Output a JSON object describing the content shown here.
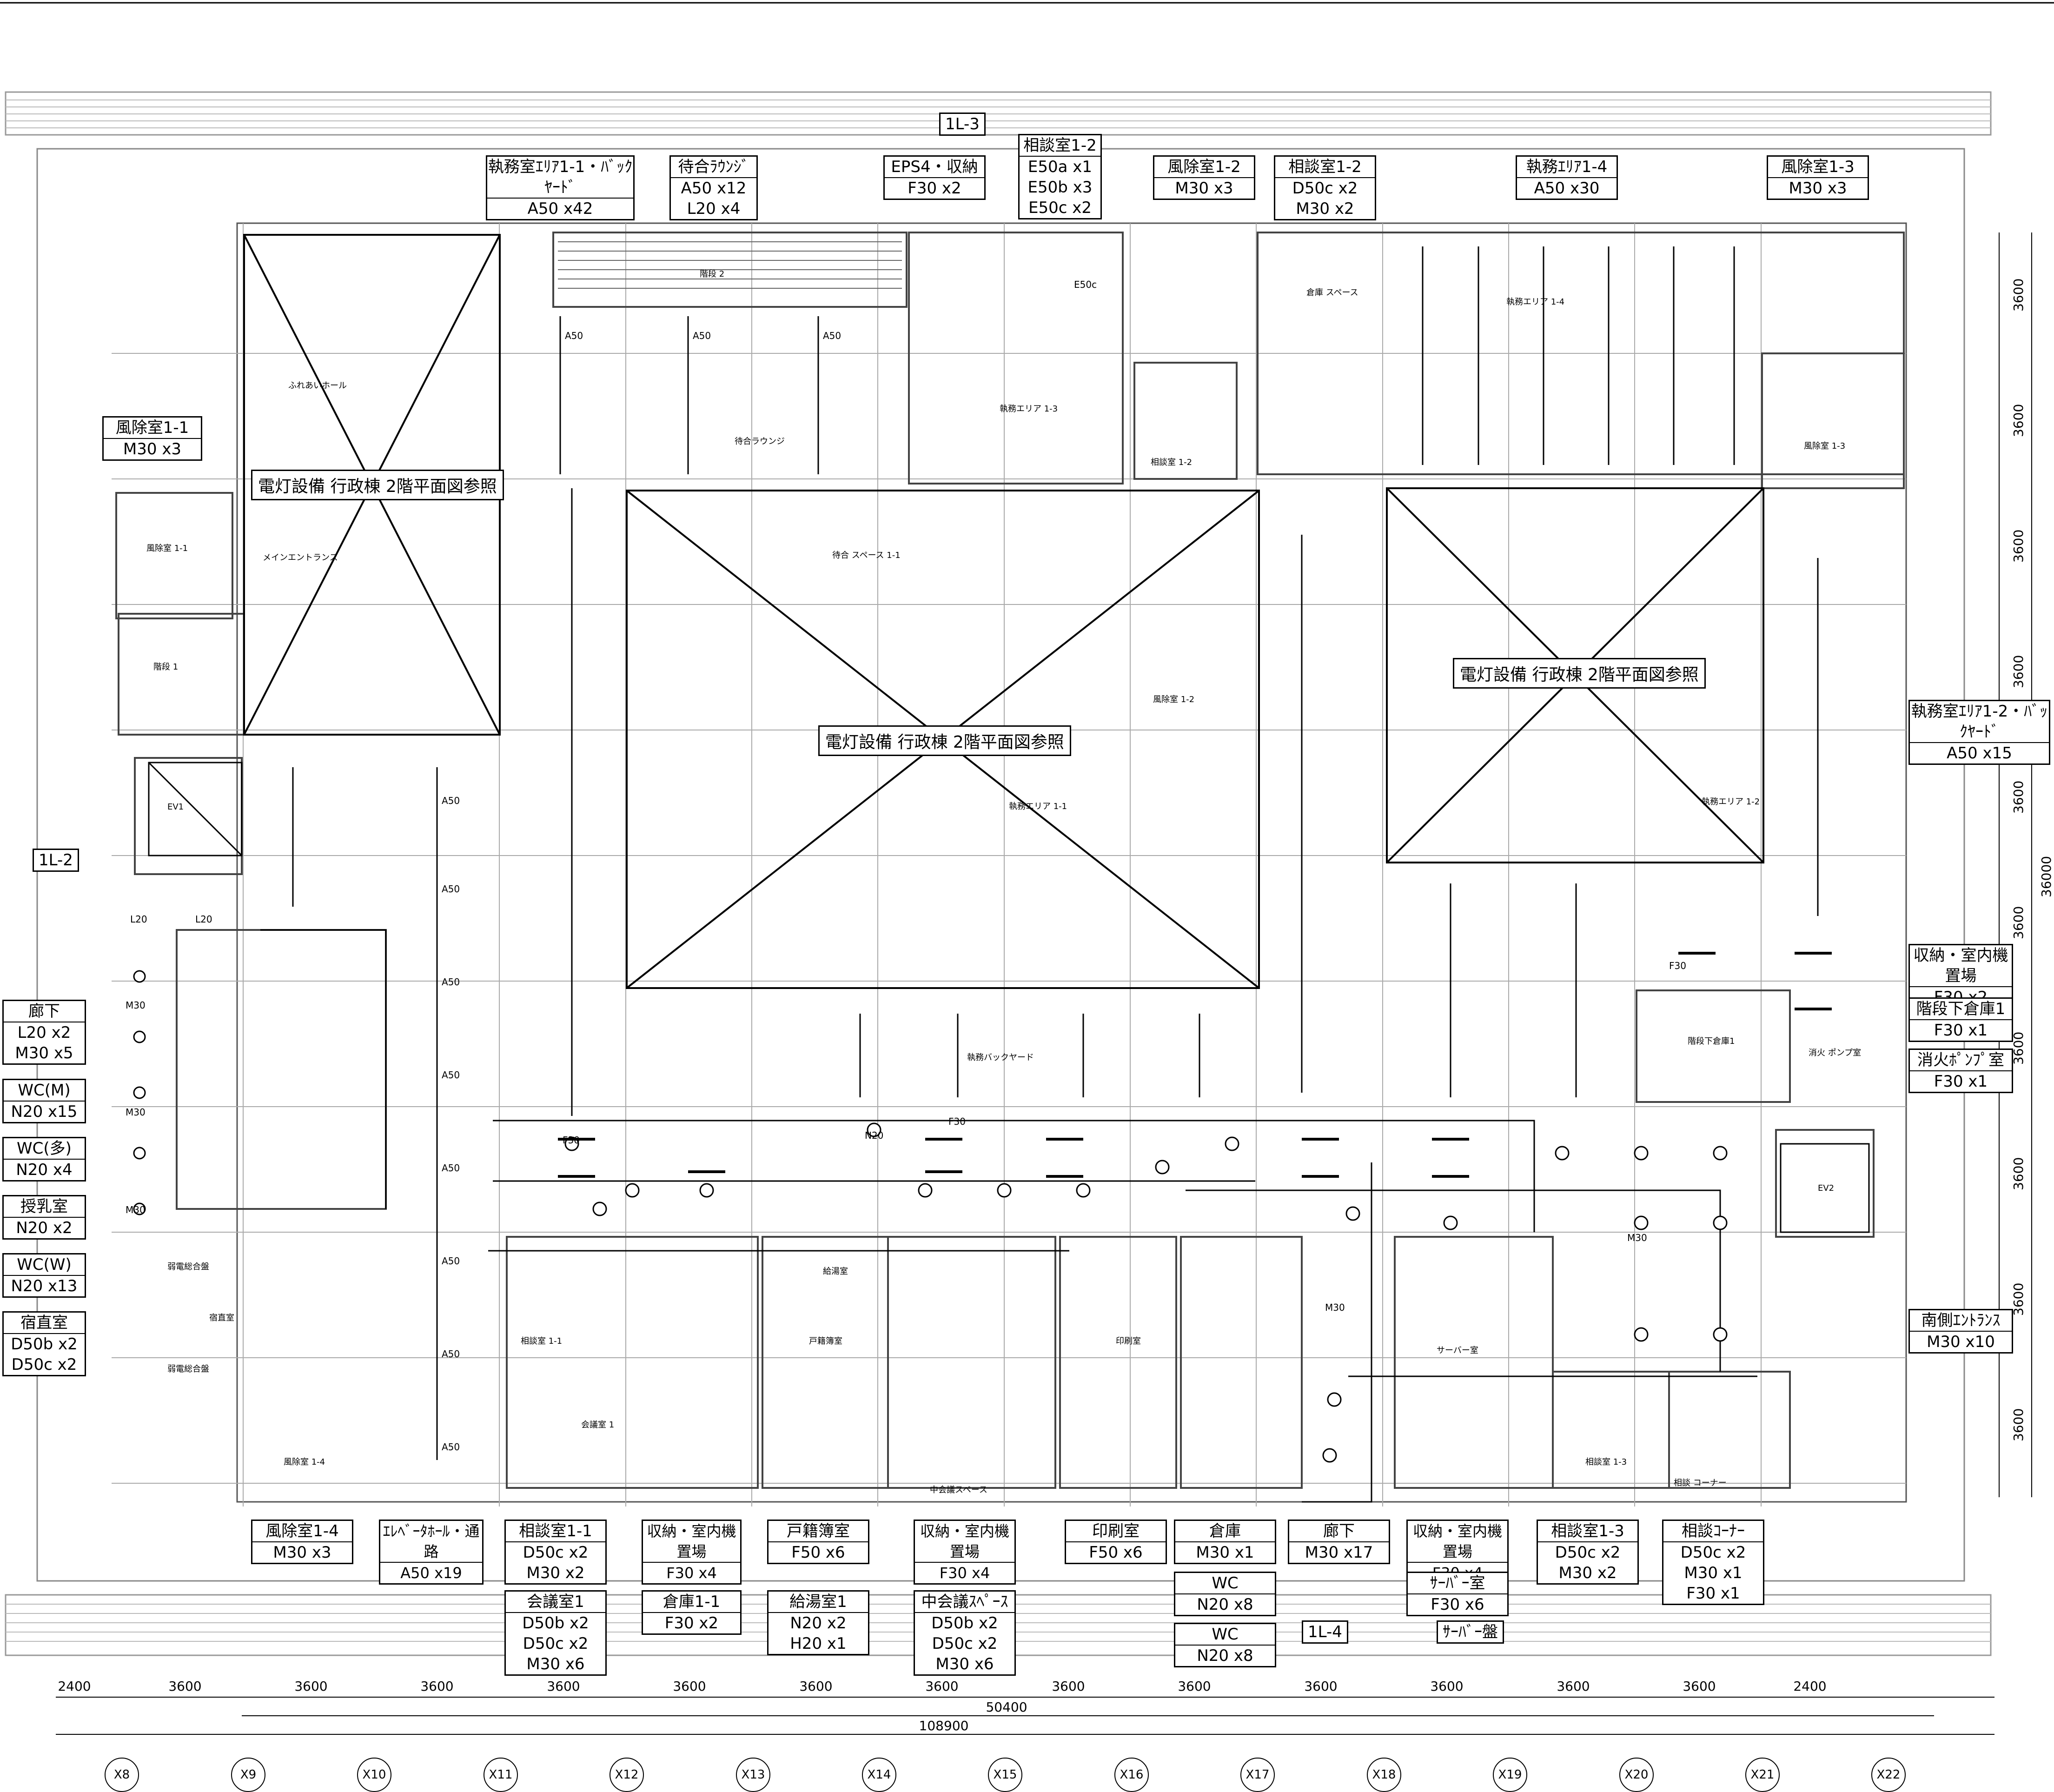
{
  "drawing": {
    "grid_labels": [
      "X8",
      "X9",
      "X10",
      "X11",
      "X12",
      "X13",
      "X14",
      "X15",
      "X16",
      "X17",
      "X18",
      "X19",
      "X20",
      "X21",
      "X22"
    ],
    "bay_dims": [
      "2400",
      "3600",
      "3600",
      "3600",
      "3600",
      "3600",
      "3600",
      "3600",
      "3600",
      "3600",
      "3600",
      "3600",
      "3600",
      "3600",
      "2400"
    ],
    "sub_total": "50400",
    "total": "108900",
    "right_dims": [
      "3600",
      "3600",
      "3600",
      "3600",
      "3600",
      "3600",
      "3600",
      "3600",
      "3600",
      "3600"
    ],
    "right_total": "36000",
    "sheet_refs": {
      "top": "1L-3",
      "left": "1L-2",
      "bottom": "1L-4"
    },
    "upper_floor_note": "電灯設備 行政棟 2階平面図参照"
  },
  "top_boxes": [
    {
      "title": "執務室ｴﾘｱ1-1・ﾊﾞｯｸﾔｰﾄﾞ",
      "rows": [
        "A50 x42"
      ]
    },
    {
      "title": "待合ﾗｳﾝｼﾞ",
      "rows": [
        "A50 x12",
        "L20 x4"
      ]
    },
    {
      "title": "EPS4・収納",
      "rows": [
        "F30 x2"
      ]
    },
    {
      "title": "相談室1-2",
      "rows": [
        "E50a x1",
        "E50b x3",
        "E50c x2"
      ]
    },
    {
      "title": "風除室1-2",
      "rows": [
        "M30 x3"
      ]
    },
    {
      "title": "相談室1-2",
      "rows": [
        "D50c x2",
        "M30  x2"
      ]
    },
    {
      "title": "執務ｴﾘｱ1-4",
      "rows": [
        "A50 x30"
      ]
    },
    {
      "title": "風除室1-3",
      "rows": [
        "M30 x3"
      ]
    }
  ],
  "left_boxes": [
    {
      "title": "風除室1-1",
      "rows": [
        "M30 x3"
      ]
    },
    {
      "title": "廊下",
      "rows": [
        "L20 x2",
        "M30 x5"
      ]
    },
    {
      "title": "WC(M)",
      "rows": [
        "N20 x15"
      ]
    },
    {
      "title": "WC(多)",
      "rows": [
        "N20 x4"
      ]
    },
    {
      "title": "授乳室",
      "rows": [
        "N20 x2"
      ]
    },
    {
      "title": "WC(W)",
      "rows": [
        "N20 x13"
      ]
    },
    {
      "title": "宿直室",
      "rows": [
        "D50b x2",
        "D50c x2"
      ]
    }
  ],
  "right_boxes": [
    {
      "title": "執務室ｴﾘｱ1-2・ﾊﾞｯｸﾔｰﾄﾞ",
      "rows": [
        "A50 x15"
      ]
    },
    {
      "title": "収納・室内機置場",
      "rows": [
        "F30 x2"
      ]
    },
    {
      "title": "階段下倉庫1",
      "rows": [
        "F30 x1"
      ]
    },
    {
      "title": "消火ﾎﾟﾝﾌﾟ室",
      "rows": [
        "F30 x1"
      ]
    },
    {
      "title": "南側ｴﾝﾄﾗﾝｽ",
      "rows": [
        "M30 x10"
      ]
    }
  ],
  "bottom_boxes": [
    {
      "title": "風除室1-4",
      "rows": [
        "M30 x3"
      ]
    },
    {
      "title": "ｴﾚﾍﾞｰﾀﾎｰﾙ・通路",
      "rows": [
        "A50 x19"
      ]
    },
    {
      "title": "相談室1-1",
      "rows": [
        "D50c x2",
        "M30  x2"
      ]
    },
    {
      "title": "会議室1",
      "rows": [
        "D50b x2",
        "D50c x2",
        "M30  x6"
      ]
    },
    {
      "title": "収納・室内機置場",
      "rows": [
        "F30 x4"
      ]
    },
    {
      "title": "倉庫1-1",
      "rows": [
        "F30 x2"
      ]
    },
    {
      "title": "戸籍簿室",
      "rows": [
        "F50 x6"
      ]
    },
    {
      "title": "給湯室1",
      "rows": [
        "N20  x2",
        "H20  x1"
      ]
    },
    {
      "title": "収納・室内機置場",
      "rows": [
        "F30 x4"
      ]
    },
    {
      "title": "中会議ｽﾍﾟｰｽ",
      "rows": [
        "D50b x2",
        "D50c x2",
        "M30  x6"
      ]
    },
    {
      "title": "印刷室",
      "rows": [
        "F50 x6"
      ]
    },
    {
      "title": "倉庫",
      "rows": [
        "M30 x1"
      ]
    },
    {
      "title": "WC",
      "rows": [
        "N20 x8"
      ]
    },
    {
      "title": "WC",
      "rows": [
        "N20 x8"
      ]
    },
    {
      "title": "廊下",
      "rows": [
        "M30 x17"
      ]
    },
    {
      "title": "収納・室内機置場",
      "rows": [
        "F30 x4"
      ]
    },
    {
      "title": "ｻｰﾊﾞｰ室",
      "rows": [
        "F30 x6"
      ]
    },
    {
      "title": "相談室1-3",
      "rows": [
        "D50c x2",
        "M30  x2"
      ]
    },
    {
      "title": "相談ｺｰﾅｰ",
      "rows": [
        "D50c x2",
        "M30  x1",
        "F30  x1"
      ]
    }
  ],
  "server_panel": "ｻｰﾊﾞｰ盤",
  "room_labels": {
    "furei": "ふれあいホール",
    "main_ent": "メインエントランス",
    "kaidan1": "階段 1",
    "kaidan2": "階段 2",
    "machiai": "待合ラウンジ",
    "machiai_space": "待合 スペース 1-1",
    "shitsumu11": "執務エリア 1-1",
    "shitsumu12": "執務エリア 1-2",
    "shitsumu13": "執務エリア 1-3",
    "shitsumu14": "執務エリア 1-4",
    "backyard": "執務バックヤード",
    "soko": "倉庫 スペース",
    "sodan11": "相談室 1-1",
    "sodan12": "相談室 1-2",
    "sodan13": "相談室 1-3",
    "kaigi": "会議室 1",
    "koseki": "戸籍簿室",
    "kyuto": "給湯室",
    "insatsu": "印刷室",
    "server": "サーバー室",
    "nakakaigi": "中会議スペース",
    "sodancorner": "相談 コーナー",
    "jakuden": "弱電総合盤",
    "shukuchoku": "宿直室",
    "ev1": "EV1",
    "ev2": "EV2",
    "kaidanshita": "階段下倉庫1",
    "shoka": "消火 ポンプ室",
    "furo11": "風除室 1-1",
    "furo12": "風除室 1-2",
    "furo13": "風除室 1-3",
    "furo14": "風除室 1-4",
    "fixture_A50": "A50",
    "fixture_M30": "M30",
    "fixture_F30": "F30",
    "fixture_L20": "L20",
    "fixture_E50c": "E50c",
    "fixture_N20": "N20"
  }
}
